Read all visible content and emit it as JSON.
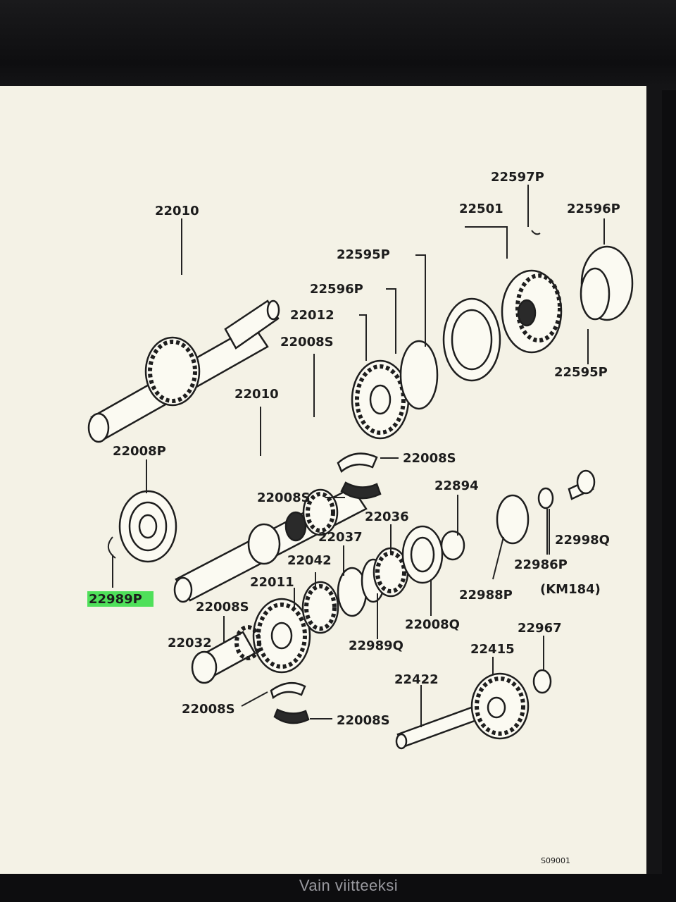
{
  "caption": "Vain viitteeksi",
  "figure_code": "S09001",
  "highlight_color": "#4fe05a",
  "labels": {
    "l22010_top": "22010",
    "l22597P": "22597P",
    "l22501": "22501",
    "l22596P_top": "22596P",
    "l22595P_top": "22595P",
    "l22596P_mid": "22596P",
    "l22012": "22012",
    "l22008S_a": "22008S",
    "l22595P_right": "22595P",
    "l22010_mid": "22010",
    "l22008P": "22008P",
    "l22008S_b": "22008S",
    "l22008S_c": "22008S",
    "l22894": "22894",
    "l22036": "22036",
    "l22037": "22037",
    "l22998Q": "22998Q",
    "l22042": "22042",
    "l22986P": "22986P",
    "l22011": "22011",
    "l22988P": "22988P",
    "lKM184": "(KM184)",
    "l22989P": "22989P",
    "l22008S_d": "22008S",
    "l22008Q": "22008Q",
    "l22967": "22967",
    "l22989Q": "22989Q",
    "l22032": "22032",
    "l22415": "22415",
    "l22422": "22422",
    "l22008S_e": "22008S",
    "l22008S_f": "22008S"
  }
}
